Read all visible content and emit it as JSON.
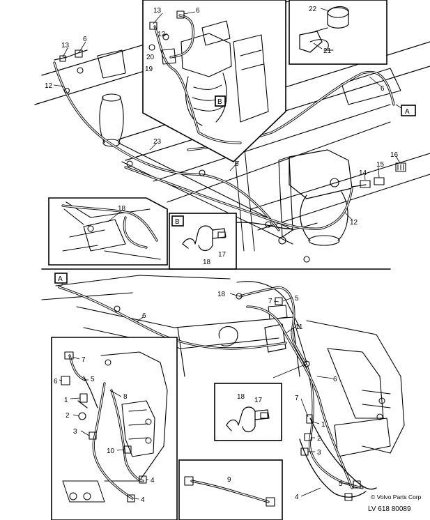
{
  "callouts": {
    "n1": "1",
    "n2": "2",
    "n3": "3",
    "n4": "4",
    "n5": "5",
    "n6": "6",
    "n7": "7",
    "n8": "8",
    "n9": "9",
    "n10": "10",
    "n11": "11",
    "n12": "12",
    "n13": "13",
    "n14": "14",
    "n15": "15",
    "n16": "16",
    "n17": "17",
    "n18": "18",
    "n19": "19",
    "n20": "20",
    "n21": "21",
    "n22": "22",
    "n23": "23"
  },
  "refs": {
    "a": "A",
    "b": "B"
  },
  "footer": {
    "copyright": "© Volvo Parts Corp",
    "figure_id": "LV 618 80089"
  }
}
